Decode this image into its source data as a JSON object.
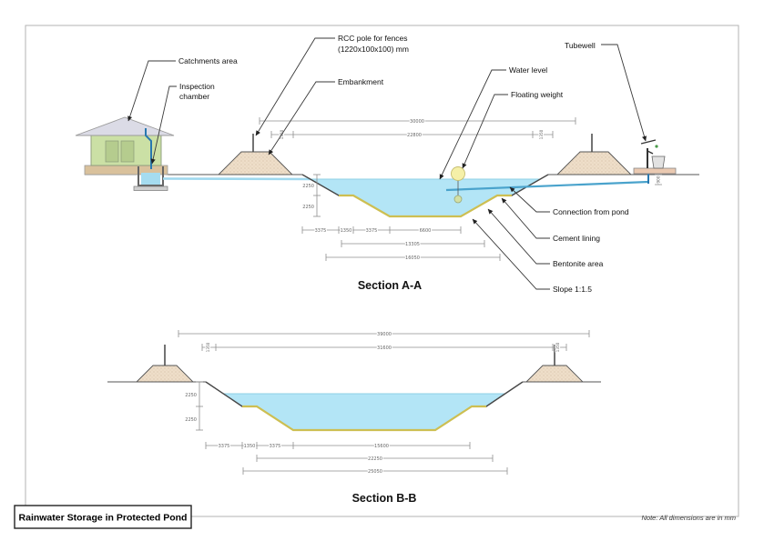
{
  "page": {
    "title_block": "Rainwater Storage in Protected Pond",
    "note": "Note: All dimensions are in mm"
  },
  "labels": {
    "catchments": "Catchments area",
    "inspection_line1": "Inspection",
    "inspection_line2": "chamber",
    "rcc_line1": "RCC pole for fences",
    "rcc_line2": "(1220x100x100) mm",
    "embankment": "Embankment",
    "water_level": "Water level",
    "floating_weight": "Floating weight",
    "tubewell": "Tubewell",
    "connection": "Connection from pond",
    "cement": "Cement lining",
    "bentonite": "Bentonite area",
    "slope": "Slope 1:1.5"
  },
  "section_a": {
    "title": "Section A-A",
    "dims": {
      "top_total": "30000",
      "top_inner": "22800",
      "top_side_left": "1350",
      "top_side_right": "1350",
      "depth_upper": "2250",
      "depth_lower": "2250",
      "bottom_row1": [
        "3375",
        "1350",
        "3375",
        "6600"
      ],
      "bottom_row2": "13305",
      "bottom_row3": "16050",
      "tubewell_depth": "900"
    }
  },
  "section_b": {
    "title": "Section B-B",
    "dims": {
      "top_total": "39000",
      "top_inner": "31600",
      "top_side_left": "1350",
      "top_side_right": "1350",
      "depth_upper": "2250",
      "depth_lower": "2250",
      "bottom_row1": [
        "3375",
        "1350",
        "3375",
        "15600"
      ],
      "bottom_row2": "22250",
      "bottom_row3": "25050"
    }
  },
  "colors": {
    "water": "#b3e5f6",
    "water_edge": "#8fd0e6",
    "cement_lining": "#cdbf52",
    "embankment_fill": "#eedec9",
    "embankment_dot": "#c2a684",
    "pipe_dark": "#2878b0",
    "pipe_light": "#9ed8ee",
    "house_wall": "#cbe0a5",
    "house_roof": "#dbdbe6",
    "house_base": "#d9c19c",
    "float": "#f5f0a8"
  }
}
